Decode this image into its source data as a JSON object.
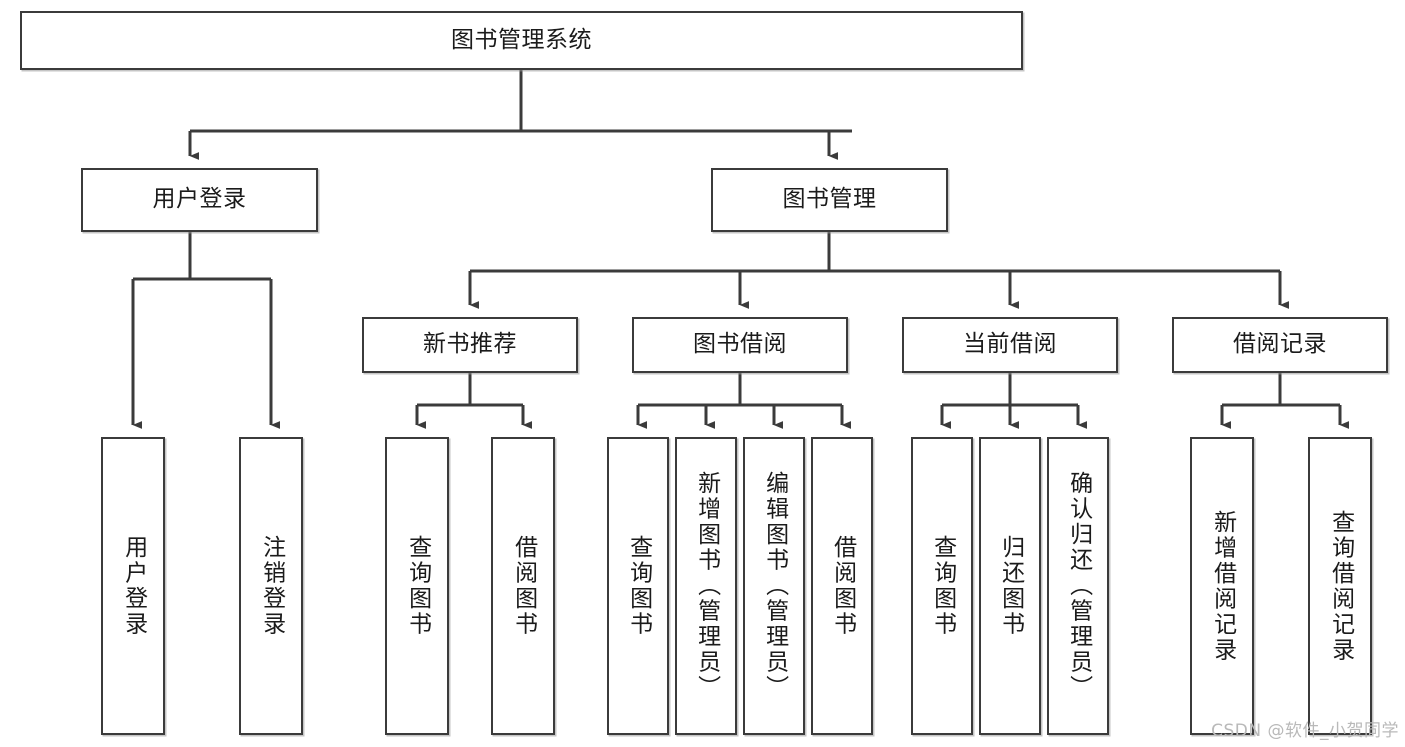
{
  "diagram": {
    "title": "图书管理系统",
    "type": "tree-hierarchy-chart",
    "watermark": "CSDN @软件_小贺同学",
    "colors": {
      "box_border": "#3b3b3b",
      "box_fill": "#ffffff",
      "connector": "#3b3b3b",
      "text": "#1b1b1b",
      "watermark": "#b9b9b9",
      "background": "#ffffff"
    },
    "nodes": {
      "root": {
        "label": "图书管理系统"
      },
      "level2": [
        {
          "id": "user-login",
          "label": "用户登录"
        },
        {
          "id": "book-management",
          "label": "图书管理"
        }
      ],
      "level3": [
        {
          "id": "new-book-recommend",
          "label": "新书推荐"
        },
        {
          "id": "book-borrow",
          "label": "图书借阅"
        },
        {
          "id": "current-borrow",
          "label": "当前借阅"
        },
        {
          "id": "borrow-record",
          "label": "借阅记录"
        }
      ],
      "leaves": {
        "user-login": [
          {
            "id": "leaf-user-login",
            "label": "用户登录"
          },
          {
            "id": "leaf-logout-login",
            "label": "注销登录"
          }
        ],
        "new-book-recommend": [
          {
            "id": "leaf-query-book-1",
            "label": "查询图书"
          },
          {
            "id": "leaf-borrow-book-1",
            "label": "借阅图书"
          }
        ],
        "book-borrow": [
          {
            "id": "leaf-query-book-2",
            "label": "查询图书"
          },
          {
            "id": "leaf-add-book",
            "label": "新增图书（管理员）"
          },
          {
            "id": "leaf-edit-book",
            "label": "编辑图书（管理员）"
          },
          {
            "id": "leaf-borrow-book-2",
            "label": "借阅图书"
          }
        ],
        "current-borrow": [
          {
            "id": "leaf-query-book-3",
            "label": "查询图书"
          },
          {
            "id": "leaf-return-book",
            "label": "归还图书"
          },
          {
            "id": "leaf-confirm-return",
            "label": "确认归还（管理员）"
          }
        ],
        "borrow-record": [
          {
            "id": "leaf-add-record",
            "label": "新增借阅记录"
          },
          {
            "id": "leaf-query-record",
            "label": "查询借阅记录"
          }
        ]
      }
    }
  }
}
